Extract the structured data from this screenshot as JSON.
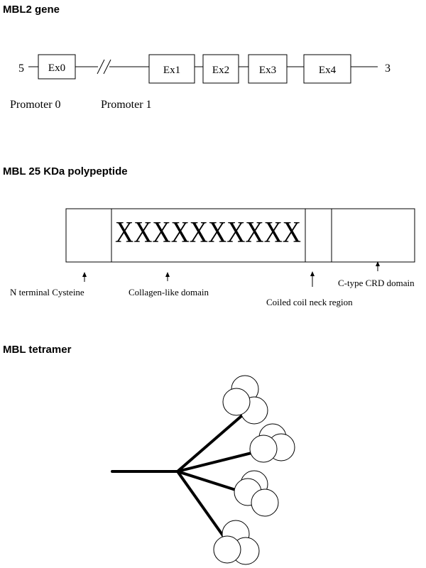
{
  "gene": {
    "title": "MBL2 gene",
    "end5": "5",
    "end3": "3",
    "exons": [
      "Ex0",
      "Ex1",
      "Ex2",
      "Ex3",
      "Ex4"
    ],
    "promoter0": "Promoter 0",
    "promoter1": "Promoter 1"
  },
  "polypeptide": {
    "title": "MBL 25 KDa polypeptide",
    "repeat_text": "XXXXXXXXXX",
    "labels": {
      "n_terminal": "N terminal Cysteine",
      "collagen": "Collagen-like domain",
      "neck": "Coiled coil neck region",
      "crd": "C-type CRD domain"
    }
  },
  "tetramer": {
    "title": "MBL tetramer"
  }
}
